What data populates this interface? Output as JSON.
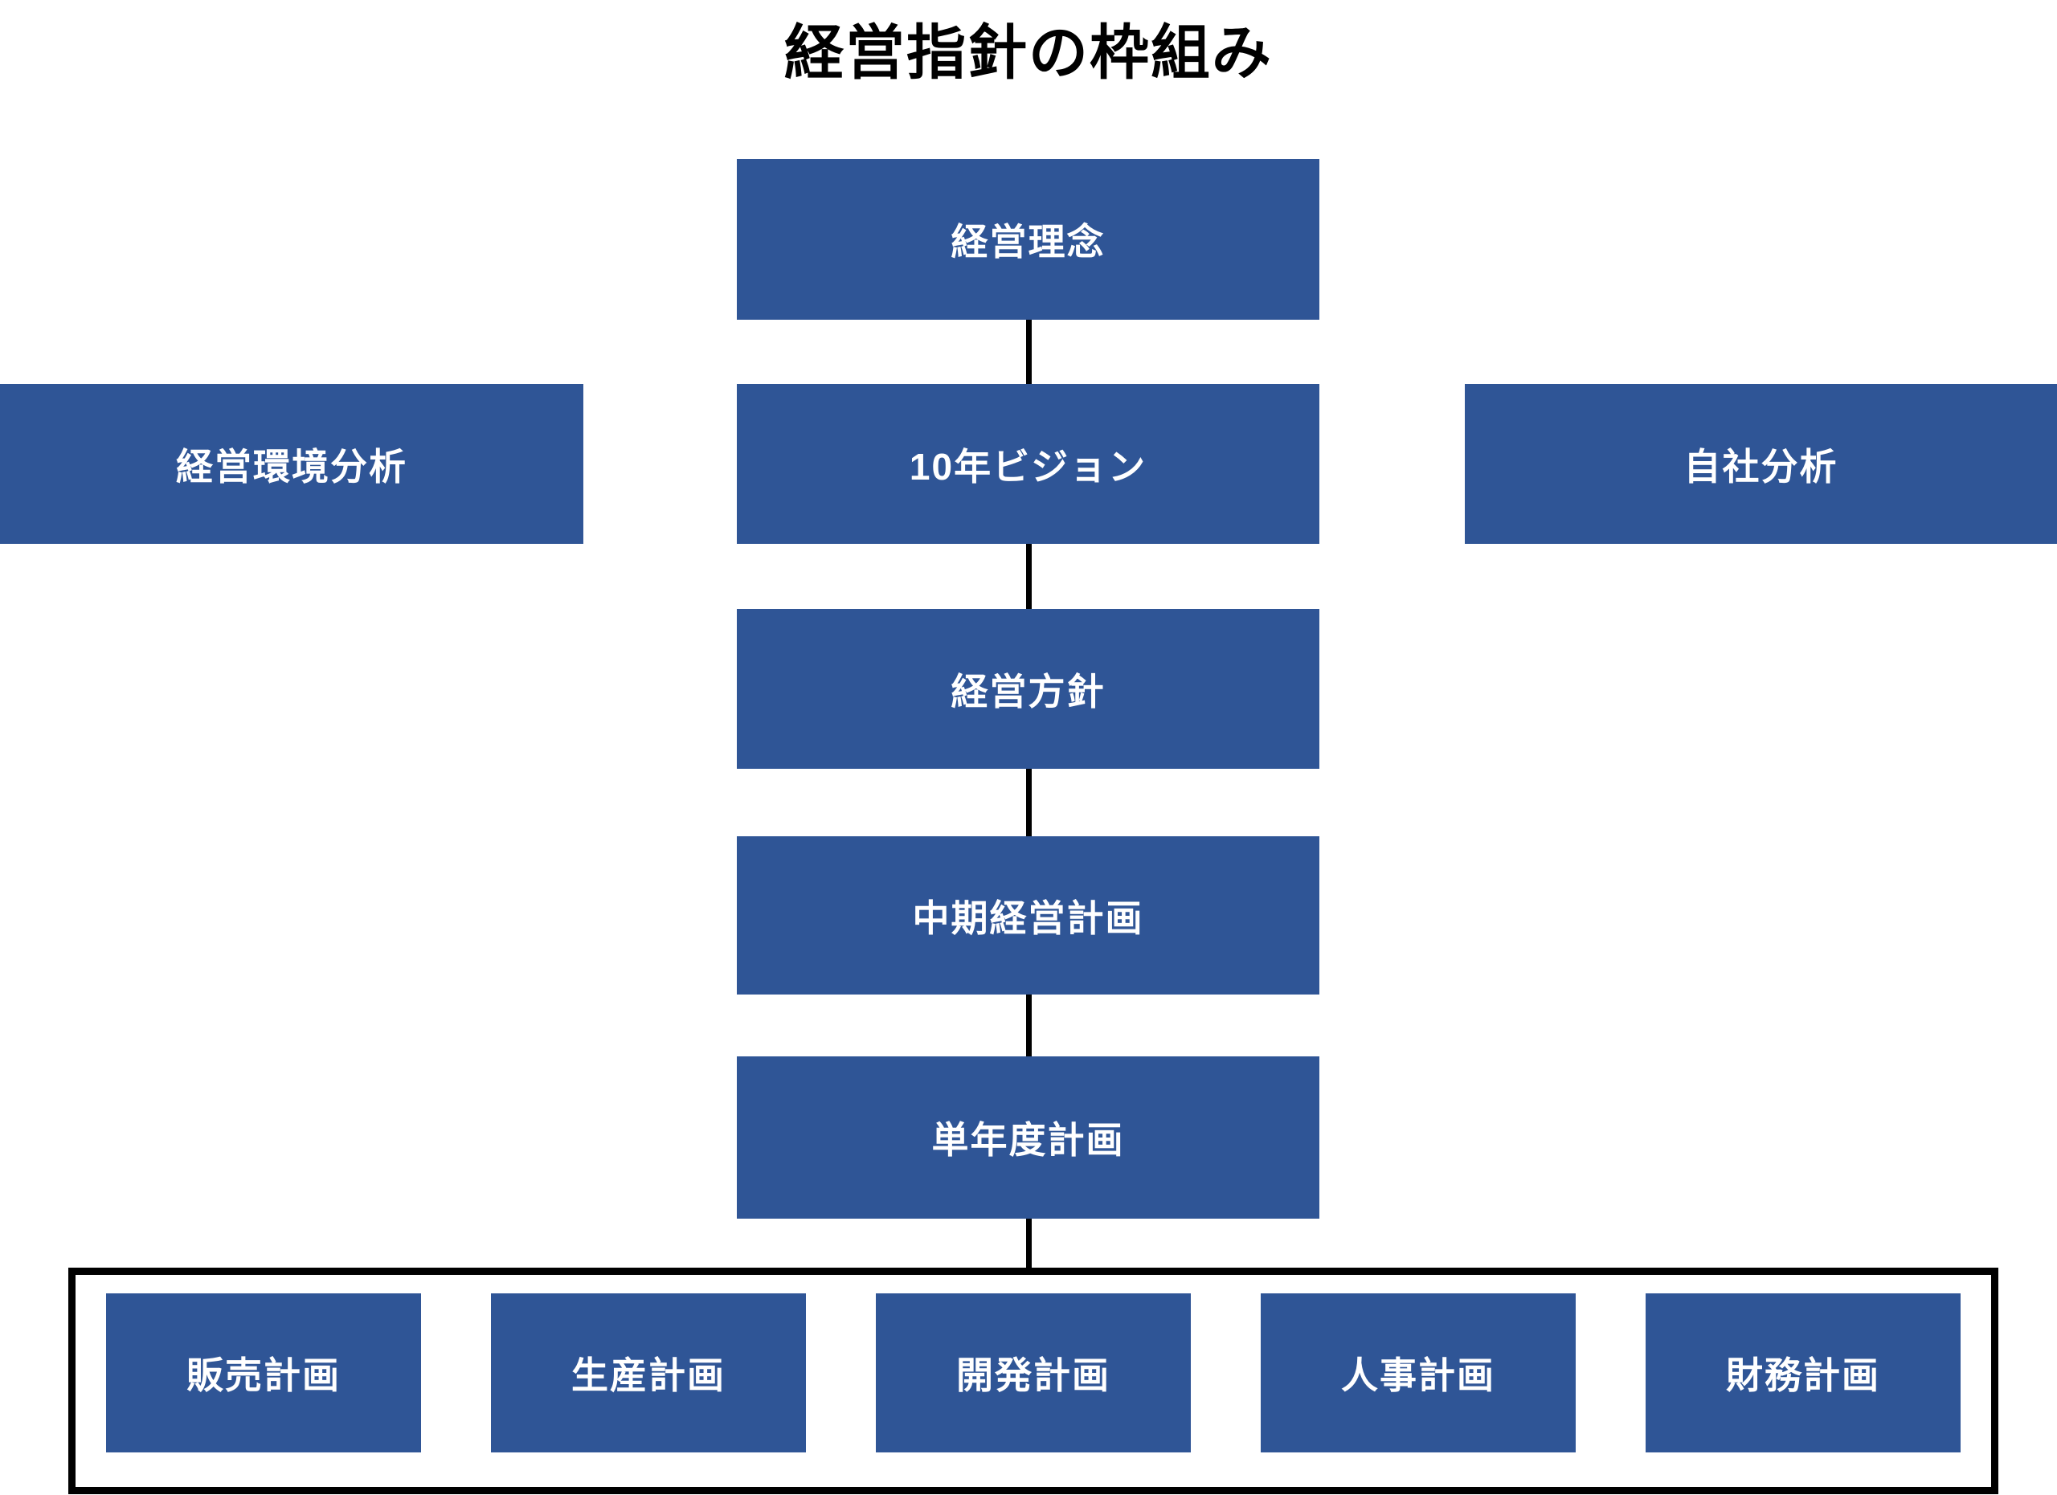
{
  "title": "経営指針の枠組み",
  "colors": {
    "box_fill": "#2F5596",
    "box_text": "#FFFFFF",
    "connector": "#000000",
    "frame_border": "#000000",
    "title_text": "#000000",
    "background": "#FFFFFF"
  },
  "flow": {
    "nodes": [
      {
        "label": "経営理念"
      },
      {
        "label": "10年ビジョン"
      },
      {
        "label": "経営方針"
      },
      {
        "label": "中期経営計画"
      },
      {
        "label": "単年度計画"
      }
    ]
  },
  "side_boxes": {
    "left": {
      "label": "経営環境分析"
    },
    "right": {
      "label": "自社分析"
    }
  },
  "bottom_plans": [
    {
      "label": "販売計画"
    },
    {
      "label": "生産計画"
    },
    {
      "label": "開発計画"
    },
    {
      "label": "人事計画"
    },
    {
      "label": "財務計画"
    }
  ]
}
